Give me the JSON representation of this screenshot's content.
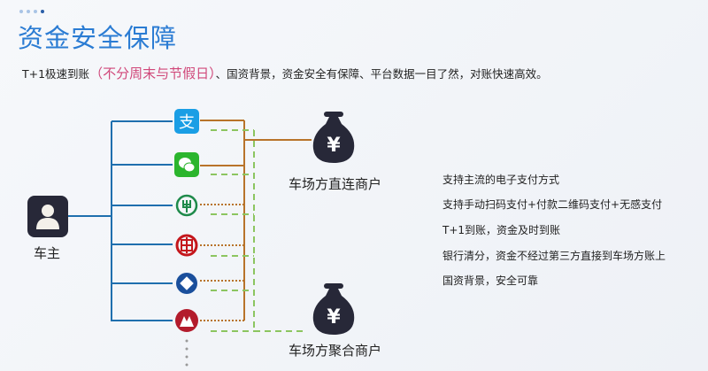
{
  "header": {
    "title": "资金安全保障",
    "subtitle_prefix": "T+1极速到账",
    "subtitle_highlight": "（不分周末与节假日）",
    "subtitle_suffix": "、国资背景，资金安全有保障、平台数据一目了然，对账快速高效。"
  },
  "colors": {
    "title": "#2b7cd3",
    "highlight": "#d0487a",
    "user_line": "#1f6fae",
    "direct_line": "#b8732a",
    "aggregate_line": "#8cc560"
  },
  "diagram": {
    "user_label": "车主",
    "payment_icons": [
      "alipay-icon",
      "wechat-pay-icon",
      "abc-bank-icon",
      "icbc-bank-icon",
      "ccb-bank-icon",
      "cmb-bank-icon"
    ],
    "direct_merchant_label": "车场方直连商户",
    "aggregate_merchant_label": "车场方聚合商户"
  },
  "features": [
    "支持主流的电子支付方式",
    "支持手动扫码支付+付款二维码支付+无感支付",
    "T+1到账，资金及时到账",
    "银行清分，资金不经过第三方直接到车场方账上",
    "国资背景，安全可靠"
  ]
}
